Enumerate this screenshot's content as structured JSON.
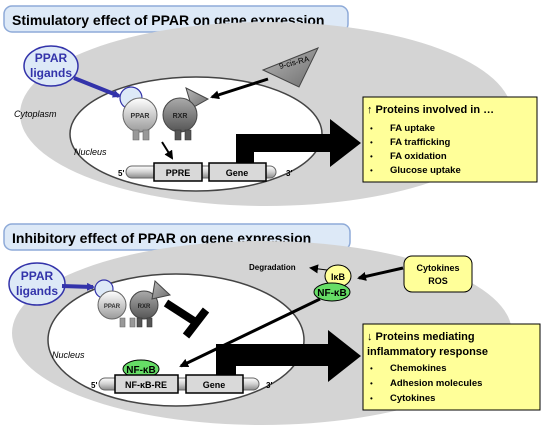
{
  "top_panel": {
    "title": "Stimulatory effect of PPAR on gene expression",
    "ligand_label_line1": "PPAR",
    "ligand_label_line2": "ligands",
    "cytoplasm_label": "Cytoplasm",
    "nucleus_label": "Nucleus",
    "ppar_label": "PPAR",
    "rxr_label": "RXR",
    "ra_label": "9-cis-RA",
    "ppre_label": "PPRE",
    "gene_label": "Gene",
    "five_prime": "5'",
    "three_prime": "3'",
    "result_title": "↑ Proteins involved in …",
    "result_items": [
      "FA uptake",
      "FA trafficking",
      "FA oxidation",
      "Glucose uptake"
    ]
  },
  "bottom_panel": {
    "title": "Inhibitory effect of PPAR on gene expression",
    "ligand_label_line1": "PPAR",
    "ligand_label_line2": "ligands",
    "nucleus_label": "Nucleus",
    "ppar_label": "PPAR",
    "rxr_label": "RXR",
    "degradation_label": "Degradation",
    "ikb_label": "IκB",
    "nfkb_label": "NF-κB",
    "nfkb_nuclear_label": "NF-κB",
    "cytokines_line1": "Cytokines",
    "cytokines_line2": "ROS",
    "response_element_label": "NF-κB-RE",
    "gene_label": "Gene",
    "five_prime": "5'",
    "three_prime": "3'",
    "result_title_line1": "↓ Proteins mediating",
    "result_title_line2": "inflammatory response",
    "result_items": [
      "Chemokines",
      "Adhesion molecules",
      "Cytokines"
    ]
  },
  "colors": {
    "title_bg": "#dde9f7",
    "cell_gray": "#d4d4d4",
    "ligand_blue": "#3333aa",
    "result_yellow": "#ffff99",
    "nfkb_green": "#66dd66"
  }
}
